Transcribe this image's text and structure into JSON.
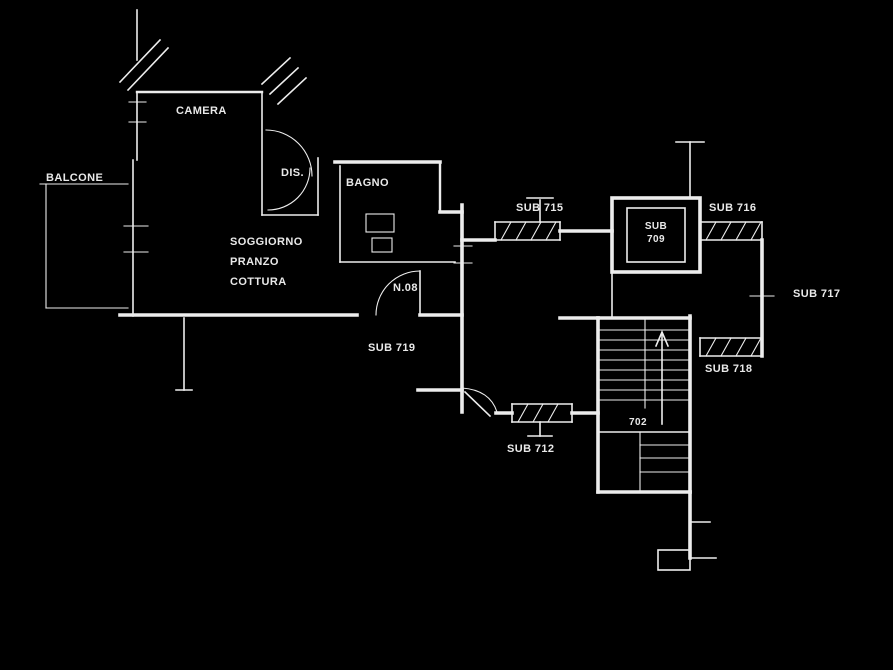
{
  "drawing": {
    "type": "cadastral-floor-plan",
    "background_color": "#000000",
    "line_color": "#ededed",
    "rooms": {
      "camera": "CAMERA",
      "balcone": "BALCONE",
      "dis": "DIS.",
      "bagno": "BAGNO",
      "soggiorno_line1": "SOGGIORNO",
      "soggiorno_line2": "PRANZO",
      "soggiorno_line3": "COTTURA"
    },
    "annotations": {
      "unit_number": "N.08",
      "sub_719": "SUB 719",
      "sub_715": "SUB 715",
      "sub_709_line1": "SUB",
      "sub_709_line2": "709",
      "sub_716": "SUB 716",
      "sub_717": "SUB 717",
      "sub_718": "SUB 718",
      "sub_712": "SUB 712",
      "stair_number": "702"
    }
  }
}
